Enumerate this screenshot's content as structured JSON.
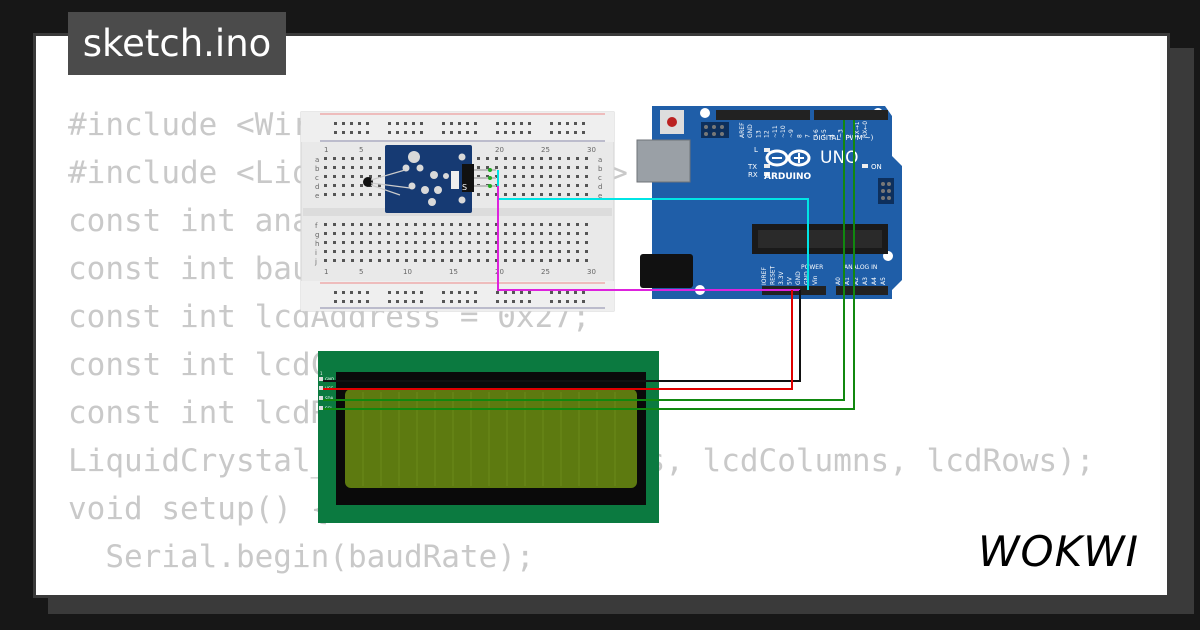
{
  "tab": {
    "title": "sketch.ino"
  },
  "code": {
    "lines": [
      "#include <Wire.h>",
      "#include <LiquidCrystal_I2C.h>",
      "const int analogPin = A0;",
      "const int baudRate = 9600;",
      "const int lcdAddress = 0x27;",
      "const int lcdColumns = 16;",
      "const int lcdRows = 2;",
      "LiquidCrystal_I2C lcd(lcdAddress, lcdColumns, lcdRows);",
      "void setup() {",
      "  Serial.begin(baudRate);"
    ]
  },
  "breadboard": {
    "top_numbers": [
      "1",
      "5",
      "10",
      "15",
      "20",
      "25",
      "30"
    ],
    "bottom_numbers": [
      "1",
      "5",
      "10",
      "15",
      "20",
      "25",
      "30"
    ],
    "row_letters_top": [
      "a",
      "b",
      "c",
      "d",
      "e"
    ],
    "row_letters_bottom": [
      "f",
      "g",
      "h",
      "i",
      "j"
    ]
  },
  "sensor": {
    "label": "S"
  },
  "arduino": {
    "brand": "ARDUINO",
    "model": "UNO",
    "digital_label": "DIGITAL (PWM ~)",
    "power_label": "POWER",
    "analog_label": "ANALOG IN",
    "on_label": "ON",
    "l_label": "L",
    "tx_label": "TX",
    "rx_label": "RX",
    "top_pins": [
      "AREF",
      "GND",
      "13",
      "12",
      "~11",
      "~10",
      "~9",
      "8",
      "7",
      "~6",
      "~5",
      "4",
      "~3",
      "2",
      "TX→1",
      "RX←0"
    ],
    "power_pins": [
      "IOREF",
      "RESET",
      "3.3V",
      "5V",
      "GND",
      "GND",
      "Vin"
    ],
    "analog_pins": [
      "A0",
      "A1",
      "A2",
      "A3",
      "A4",
      "A5"
    ]
  },
  "lcd": {
    "pins": [
      "GND",
      "VCC",
      "SDA",
      "SCL"
    ],
    "pin_number": "1"
  },
  "logo": {
    "text": "WOKWI"
  },
  "colors": {
    "wire_signal": "#00e5e5",
    "wire_gnd": "#111111",
    "wire_vcc": "#e00000",
    "wire_i2c": "#11880f",
    "wire_sensor": "#dd22dd",
    "board": "#1f5ea8",
    "lcd_pcb": "#0b7a40",
    "lcd_screen": "#5d7a10"
  }
}
